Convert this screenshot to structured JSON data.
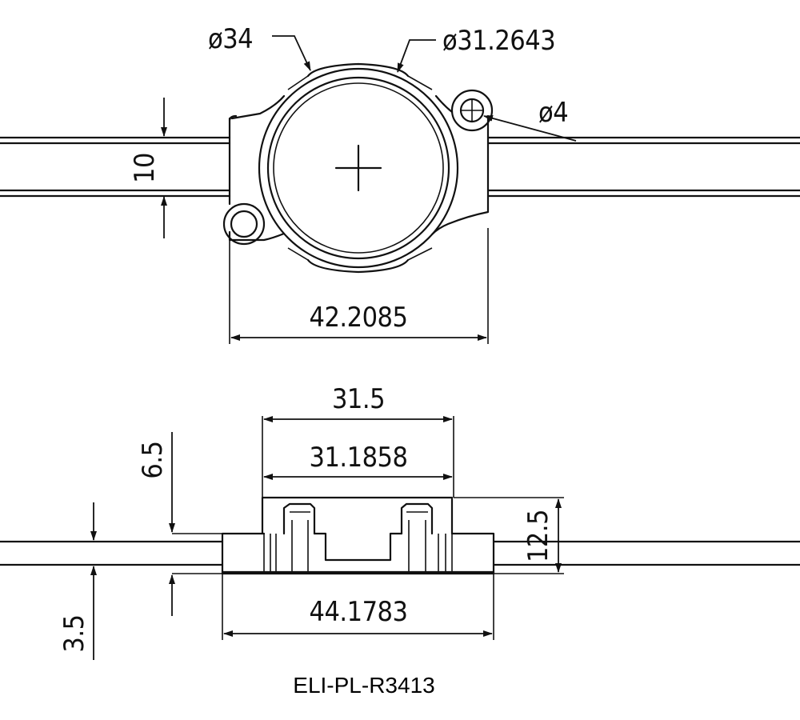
{
  "drawing": {
    "top_view": {
      "outer_diameter": "ø34",
      "inner_diameter": "ø31.2643",
      "hole_diameter": "ø4",
      "cable_spacing": "10",
      "body_width": "42.2085"
    },
    "side_view": {
      "top_width": "31.5",
      "inner_width": "31.1858",
      "upper_height": "6.5",
      "total_height": "12.5",
      "base_width": "44.1783",
      "base_height": "3.5"
    },
    "part_number": "ELI-PL-R3413"
  },
  "colors": {
    "line": "#111111",
    "background": "#ffffff"
  }
}
